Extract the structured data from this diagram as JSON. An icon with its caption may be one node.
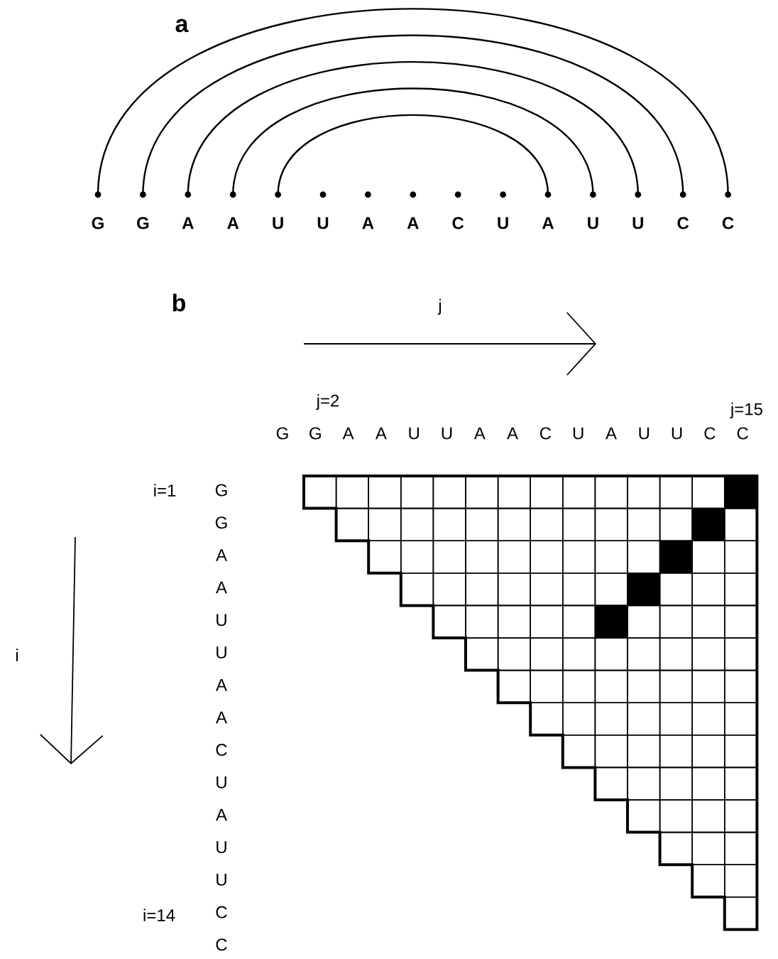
{
  "diagram": {
    "nodes": [
      {
        "text": [
          "G"
        ]
      },
      {
        "text": [
          "G"
        ]
      },
      {
        "text": [
          "A"
        ]
      },
      {
        "text": [
          "A"
        ]
      },
      {
        "text": [
          "U"
        ]
      },
      {
        "text": [
          "U"
        ]
      },
      {
        "text": [
          "A"
        ]
      },
      {
        "text": [
          "A"
        ]
      },
      {
        "text": [
          "C"
        ]
      },
      {
        "text": [
          "U"
        ]
      },
      {
        "text": [
          "A"
        ]
      },
      {
        "text": [
          "U"
        ]
      },
      {
        "text": [
          "U"
        ]
      },
      {
        "text": [
          "C"
        ]
      },
      {
        "text": [
          "C"
        ]
      }
    ],
    "edges": [
      {
        "from": 0,
        "to": 14,
        "arrow": "none"
      },
      {
        "from": 1,
        "to": 13,
        "arrow": "none"
      },
      {
        "from": 2,
        "to": 12,
        "arrow": "none"
      },
      {
        "from": 3,
        "to": 11,
        "arrow": "none"
      },
      {
        "from": 4,
        "to": 10,
        "arrow": "none"
      }
    ],
    "labels": [
      "a",
      "b",
      "j",
      "j=2",
      "j=15",
      "G",
      "G",
      "A",
      "A",
      "U",
      "U",
      "A",
      "A",
      "C",
      "U",
      "A",
      "U",
      "U",
      "C",
      "C",
      "i=1",
      "G",
      "G",
      "A",
      "A",
      "U",
      "U",
      "A",
      "A",
      "C",
      "U",
      "A",
      "U",
      "U",
      "C",
      "C",
      "i",
      "i=14"
    ]
  }
}
